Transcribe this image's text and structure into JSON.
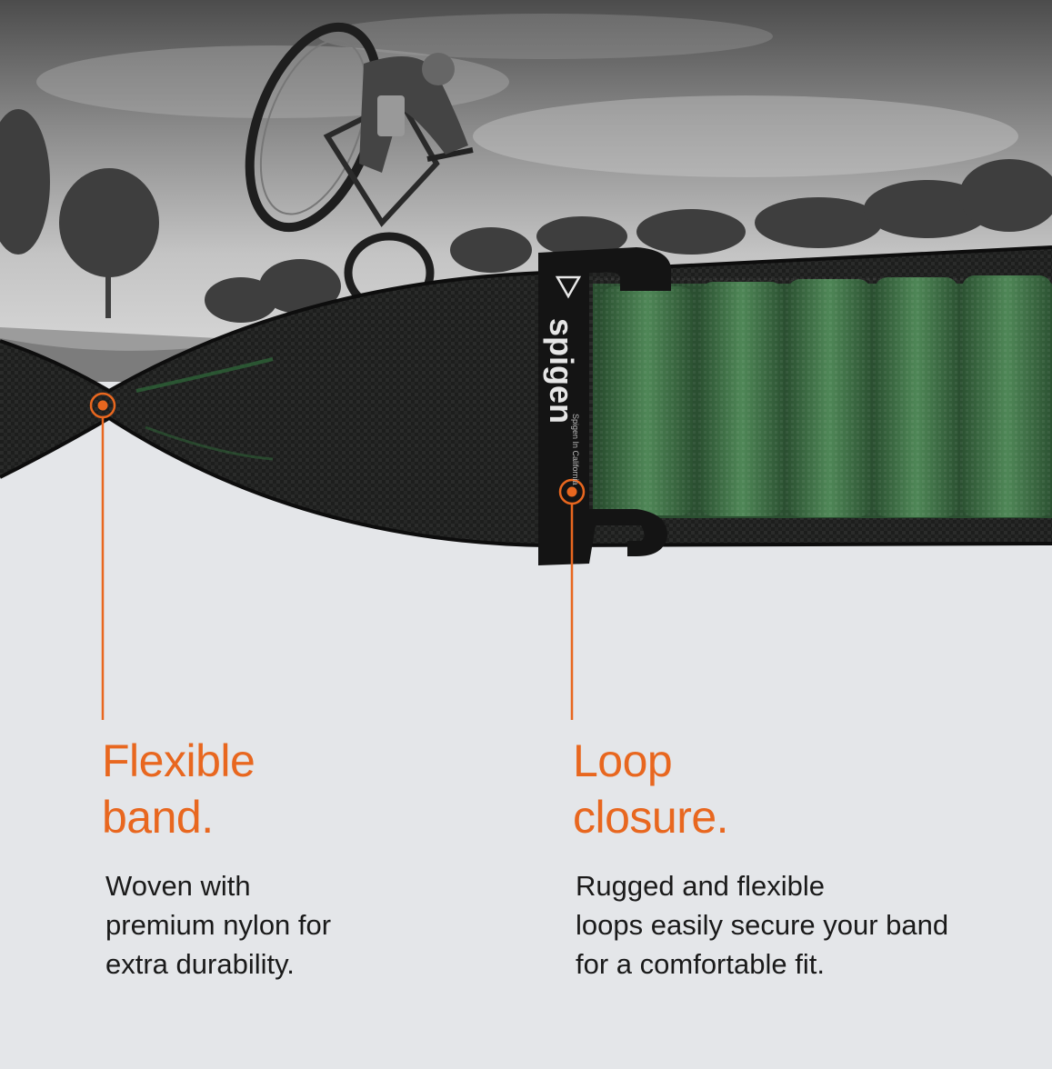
{
  "brand": {
    "logo_text": "spigen",
    "logo_subtext": "Spigen In California"
  },
  "features": [
    {
      "title": "Flexible\nband.",
      "description": "Woven with\npremium nylon for\nextra durability."
    },
    {
      "title": "Loop\nclosure.",
      "description": "Rugged and flexible\nloops easily secure your band\nfor a comfortable fit."
    }
  ],
  "colors": {
    "accent": "#e8671f",
    "background": "#e4e6e9",
    "band_black": "#1b1c1b",
    "band_green": "#3d6b45",
    "buckle": "#141414"
  },
  "icons": [
    "triangle-icon",
    "spigen-logo-icon",
    "callout-marker-icon"
  ]
}
